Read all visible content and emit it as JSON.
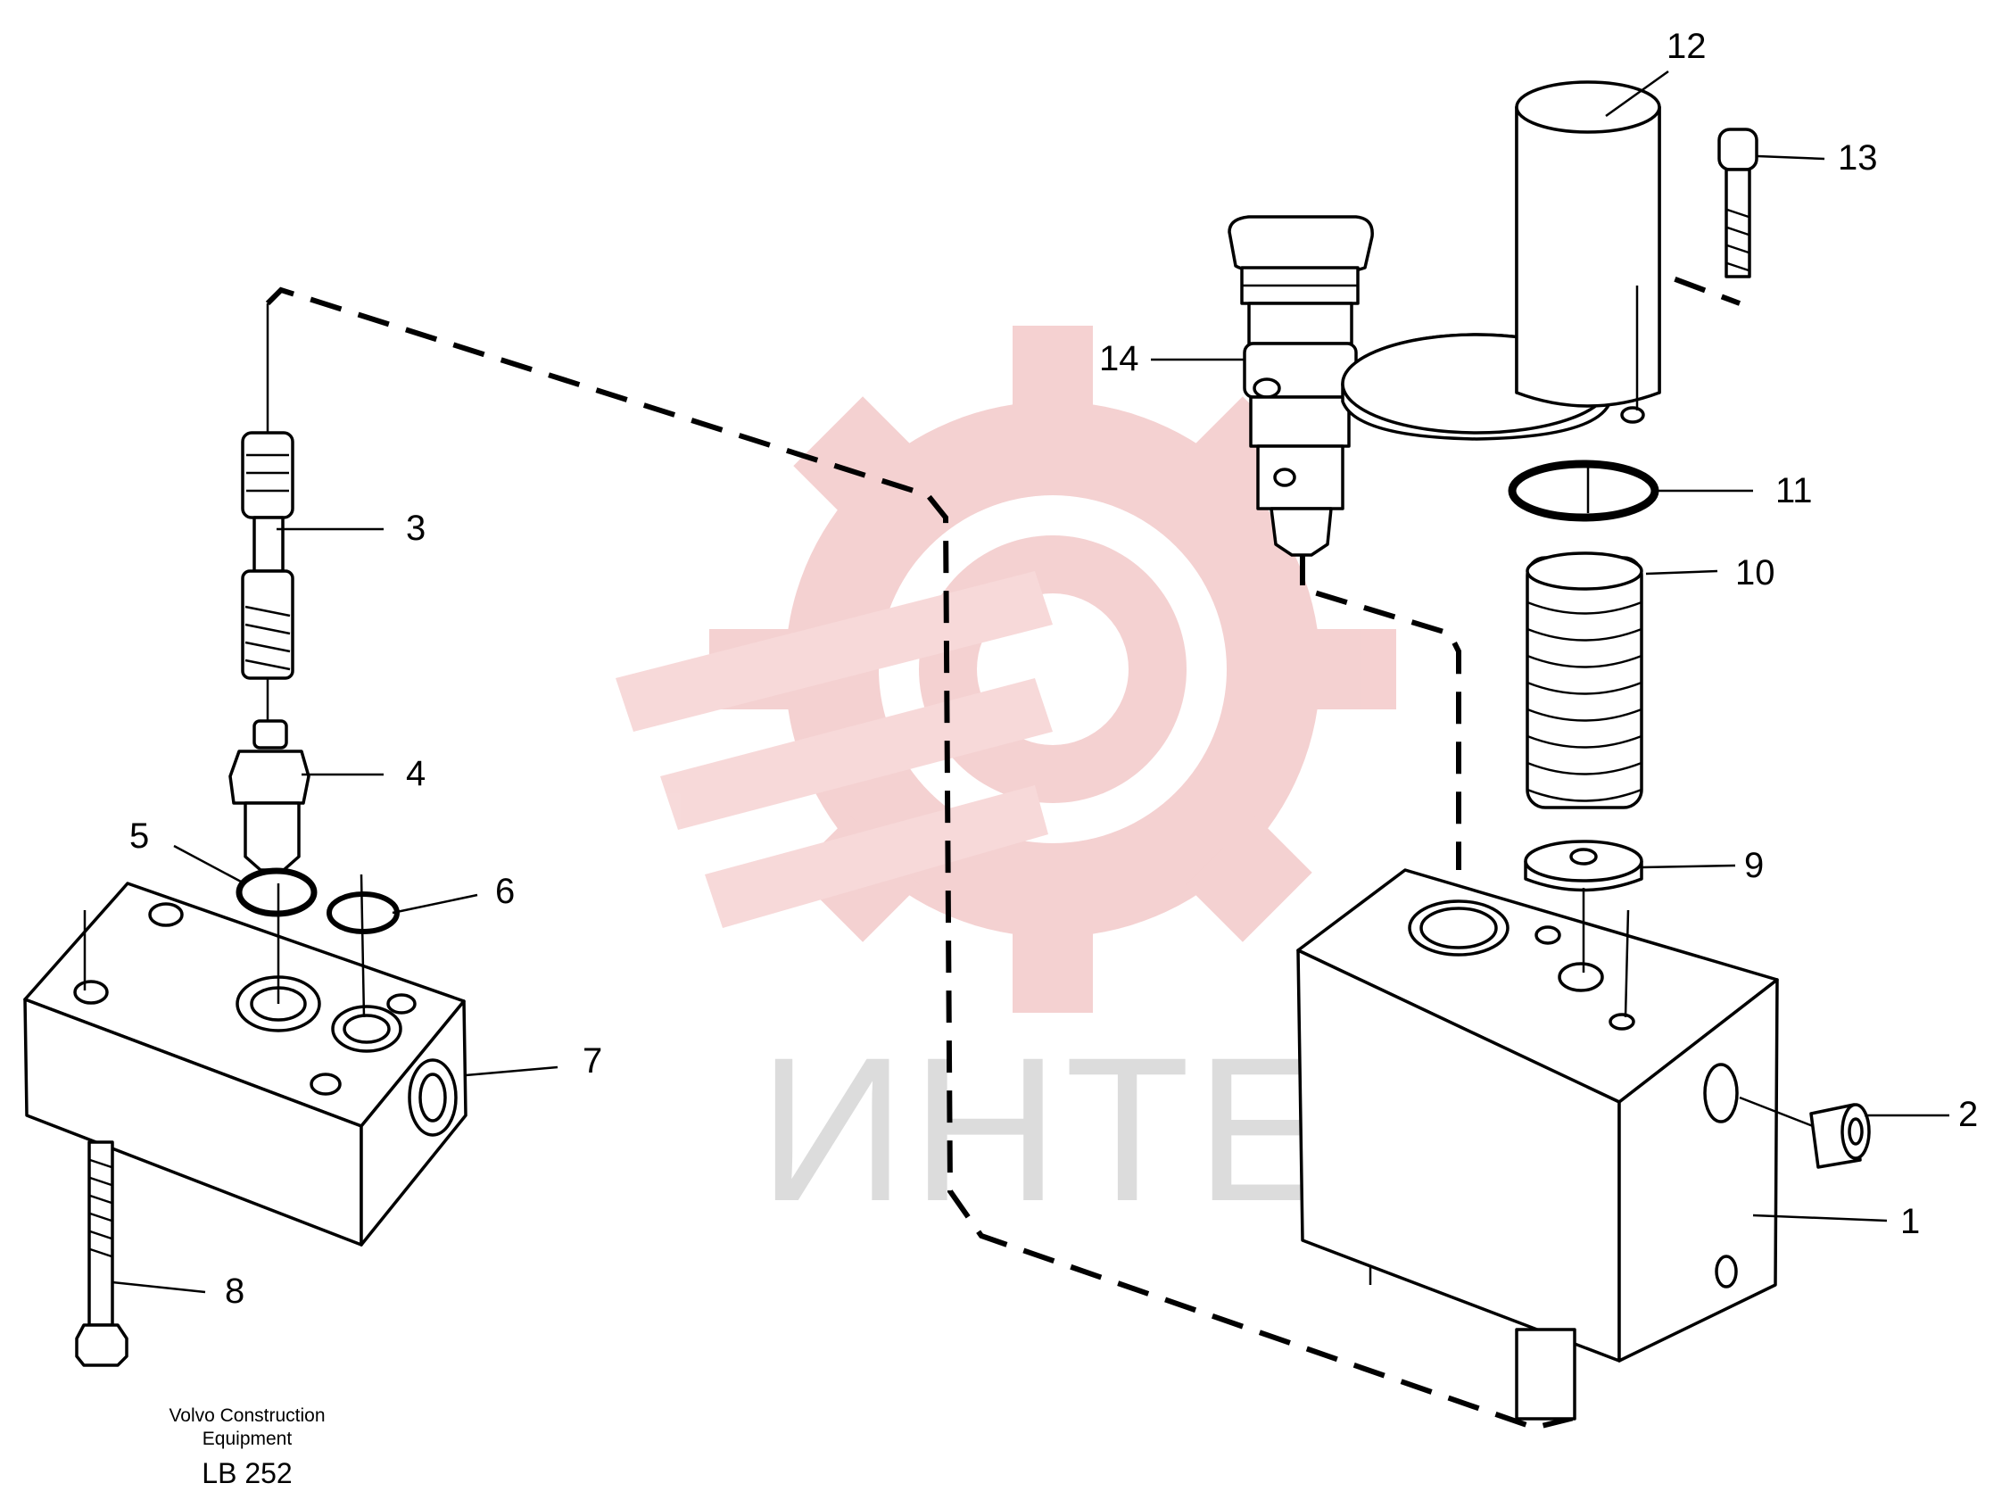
{
  "watermark": {
    "text": "ИНТЕХ",
    "logo": "gear-wrench-logo",
    "logo_color": "#f2c6c6"
  },
  "footer": {
    "maker_line1": "Volvo Construction",
    "maker_line2": "Equipment",
    "drawing_code": "LB 252"
  },
  "callouts": [
    "1",
    "2",
    "3",
    "4",
    "5",
    "6",
    "7",
    "8",
    "9",
    "10",
    "11",
    "12",
    "13",
    "14"
  ]
}
